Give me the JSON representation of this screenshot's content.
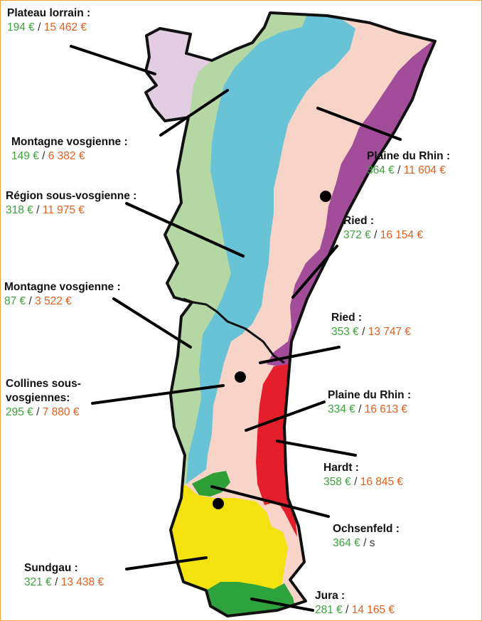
{
  "colors": {
    "green_value": "#3aa63a",
    "orange_value": "#e85e1a",
    "plateau_lorrain": "#e3cde2",
    "montagne_vosgienne": "#b5d7a4",
    "region_sous_vosgienne": "#68c3d6",
    "plaine_du_rhin": "#f8d3c8",
    "ried": "#a34d9a",
    "hardt": "#e41f2b",
    "ochsenfeld": "#2e9e37",
    "sundgau": "#f4e20f",
    "jura": "#2ea23c"
  },
  "regions": [
    {
      "name": "Plateau lorrain :",
      "value1": "194 €",
      "sep": " / ",
      "value2": "15 462 €"
    },
    {
      "name": "Montagne vosgienne :",
      "value1": "149 €",
      "sep": " / ",
      "value2": "6 382 €"
    },
    {
      "name": "Plaine du Rhin :",
      "value1": "364 €",
      "sep": " / ",
      "value2": "11 604 €"
    },
    {
      "name": "Région sous-vosgienne :",
      "value1": "318 €",
      "sep": " / ",
      "value2": "11 975 €"
    },
    {
      "name": "Ried :",
      "value1": "372 €",
      "sep": " / ",
      "value2": "16 154 €"
    },
    {
      "name": "Montagne vosgienne :",
      "value1": "87 €",
      "sep": " / ",
      "value2": "3 522 €"
    },
    {
      "name": "Ried :",
      "value1": "353 €",
      "sep": " / ",
      "value2": "13 747 €"
    },
    {
      "name": "Collines sous-vosgiennes:",
      "value1": "295 €",
      "sep": " / ",
      "value2": "7 880 €"
    },
    {
      "name": "Plaine du Rhin :",
      "value1": "334 €",
      "sep": " / ",
      "value2": "16 613 €"
    },
    {
      "name": "Hardt :",
      "value1": "358 €",
      "sep": " / ",
      "value2": "16 845 €"
    },
    {
      "name": "Ochsenfeld :",
      "value1": "364 €",
      "sep": " / ",
      "value2": "s"
    },
    {
      "name": "Sundgau :",
      "value1": "321 €",
      "sep": " / ",
      "value2": "13 438 €"
    },
    {
      "name": "Jura :",
      "value1": "281 €",
      "sep": " / ",
      "value2": "14 165 €"
    }
  ]
}
